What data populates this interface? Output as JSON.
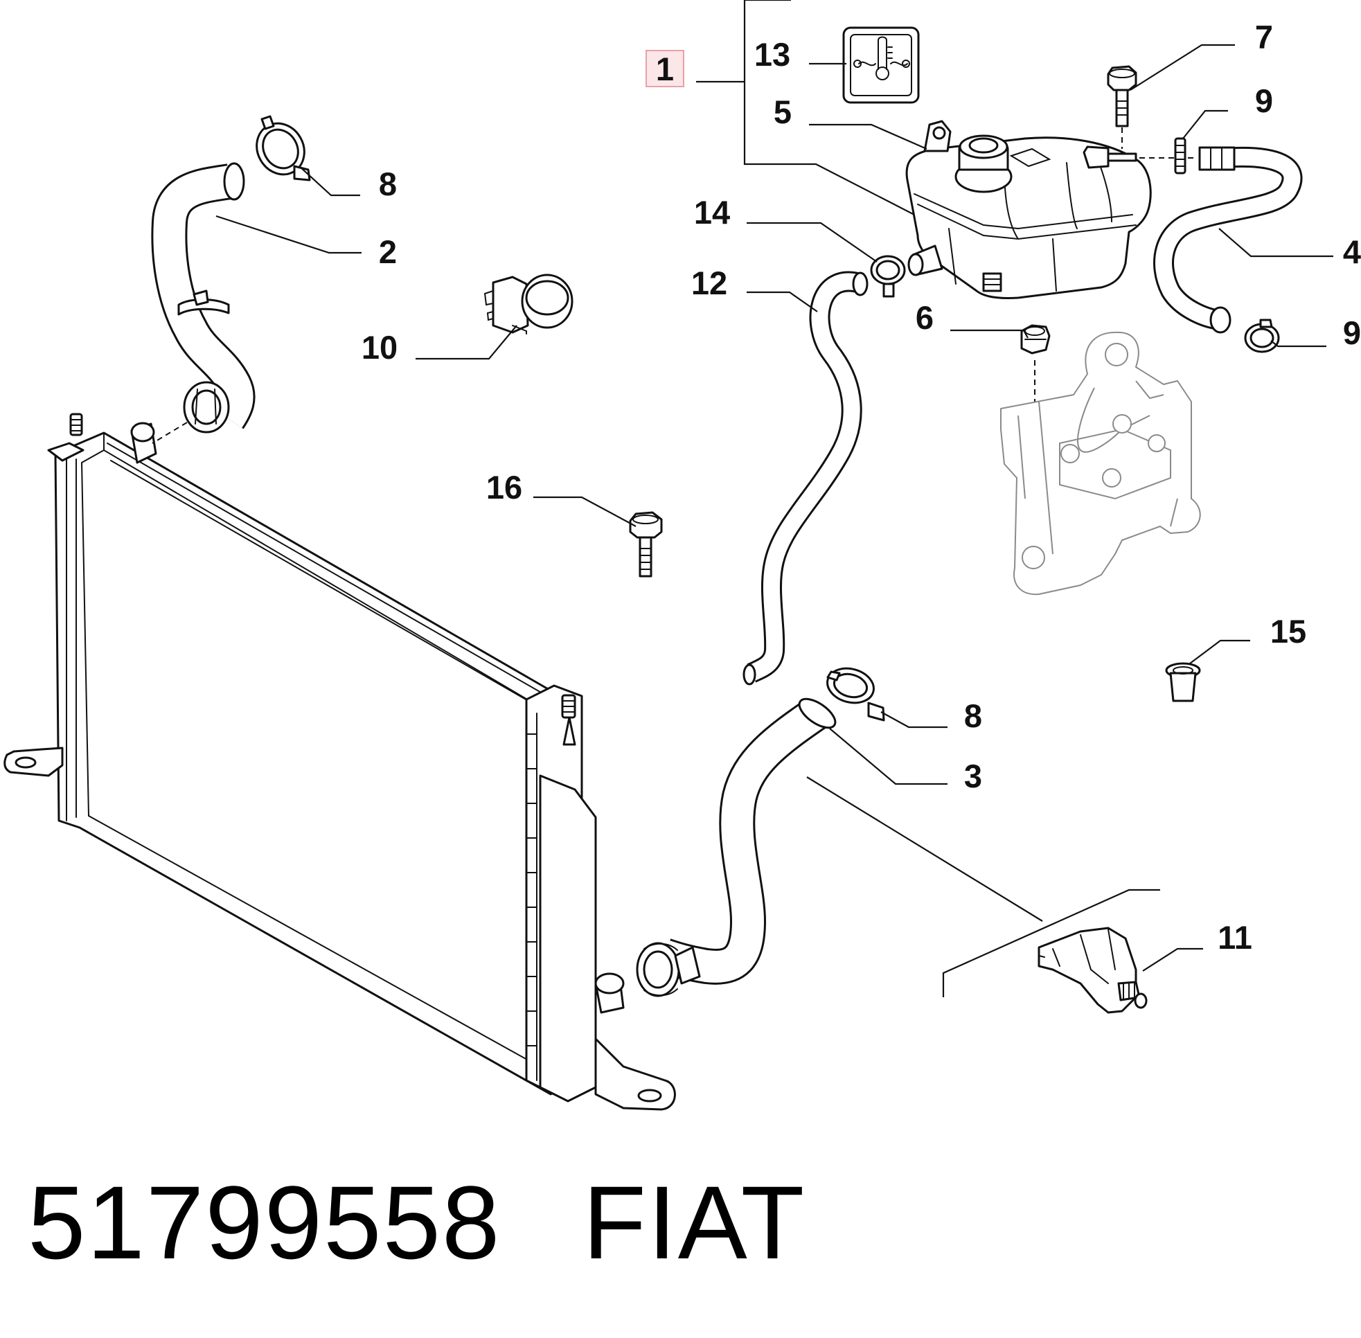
{
  "diagram": {
    "callouts": [
      {
        "id": "1",
        "text": "1",
        "highlighted": true
      },
      {
        "id": "2",
        "text": "2"
      },
      {
        "id": "3",
        "text": "3"
      },
      {
        "id": "4",
        "text": "4"
      },
      {
        "id": "5",
        "text": "5"
      },
      {
        "id": "6",
        "text": "6"
      },
      {
        "id": "7",
        "text": "7"
      },
      {
        "id": "8a",
        "text": "8"
      },
      {
        "id": "8b",
        "text": "8"
      },
      {
        "id": "9a",
        "text": "9"
      },
      {
        "id": "9b",
        "text": "9"
      },
      {
        "id": "10",
        "text": "10"
      },
      {
        "id": "11",
        "text": "11"
      },
      {
        "id": "12",
        "text": "12"
      },
      {
        "id": "13",
        "text": "13"
      },
      {
        "id": "14",
        "text": "14"
      },
      {
        "id": "15",
        "text": "15"
      },
      {
        "id": "16",
        "text": "16"
      }
    ],
    "highlight_color": "#e8a0a8",
    "highlight_fill": "#fbe6e8"
  },
  "footer": {
    "part_number": "51799558",
    "brand": "FIAT"
  }
}
